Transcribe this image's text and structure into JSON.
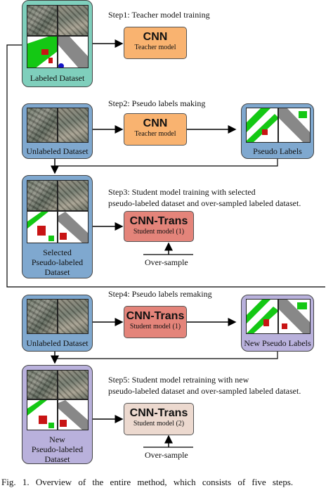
{
  "panels": {
    "labeled": "Labeled Dataset",
    "unlabeled1": "Unlabeled Dataset",
    "pseudo": "Pseudo Labels",
    "selected": [
      "Selected",
      "Pseudo-labeled",
      "Dataset"
    ],
    "unlabeled2": "Unlabeled Dataset",
    "new_pseudo": "New Pseudo Labels",
    "new_dataset": [
      "New",
      "Pseudo-labeled",
      "Dataset"
    ]
  },
  "steps": {
    "step1": "Step1: Teacher model training",
    "step2": "Step2: Pseudo labels making",
    "step3": [
      "Step3: Student model training with selected",
      "pseudo-labeled dataset and over-sampled labeled dataset."
    ],
    "step4": "Step4: Pseudo labels remaking",
    "step5": [
      "Step5: Student model retraining with new",
      "pseudo-labeled dataset and over-sampled labeled dataset."
    ]
  },
  "models": {
    "m1": {
      "title": "CNN",
      "sub": "Teacher model"
    },
    "m2": {
      "title": "CNN",
      "sub": "Teacher model"
    },
    "m3": {
      "title": "CNN-Trans",
      "sub": "Student model (1)"
    },
    "m4": {
      "title": "CNN-Trans",
      "sub": "Student model (1)"
    },
    "m5": {
      "title": "CNN-Trans",
      "sub": "Student model (2)"
    }
  },
  "oversample": [
    "Over-sample",
    "Over-sample"
  ],
  "caption": "Fig. 1. Overview of the entire method, which consists of five steps."
}
